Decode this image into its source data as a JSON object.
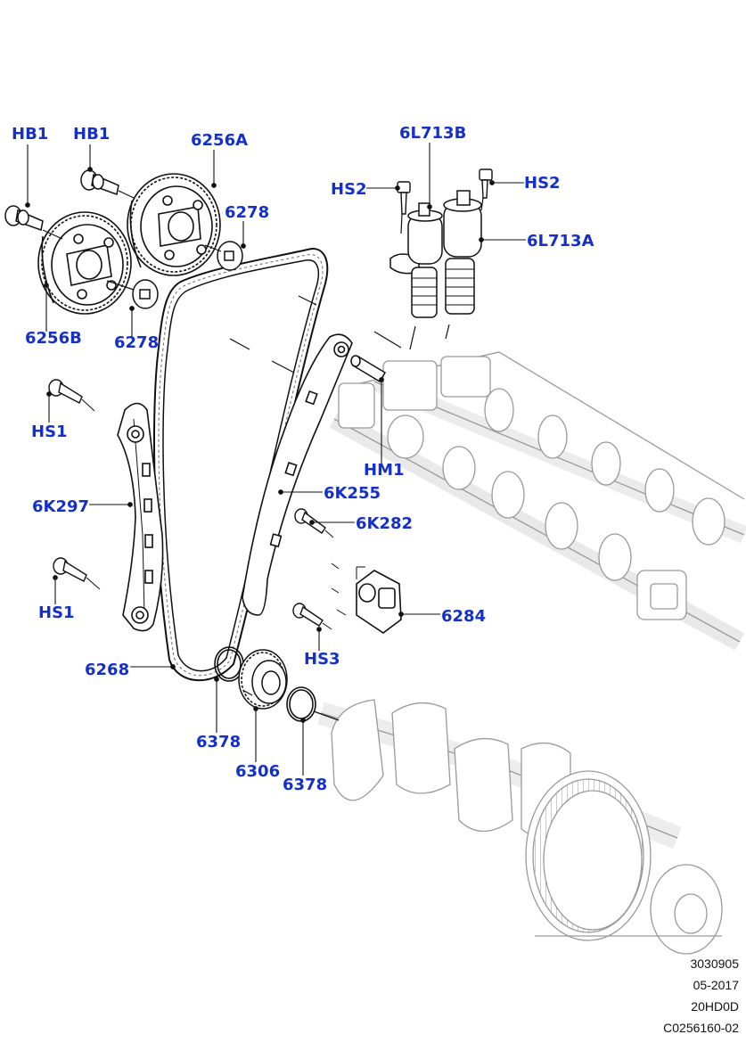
{
  "theme": {
    "label_color": "#1530c8",
    "line_color": "#111111",
    "ghost_color": "#9a9a9a"
  },
  "callouts": {
    "hb1_left": "HB1",
    "hb1_right": "HB1",
    "p6256A": "6256A",
    "p6278_top": "6278",
    "p6256B": "6256B",
    "p6278_bottom": "6278",
    "p6L713B": "6L713B",
    "hs2_left": "HS2",
    "hs2_right": "HS2",
    "p6L713A": "6L713A",
    "hs1_top": "HS1",
    "hm1": "HM1",
    "p6K297": "6K297",
    "p6K255": "6K255",
    "p6K282": "6K282",
    "hs1_bottom": "HS1",
    "p6284": "6284",
    "hs3": "HS3",
    "p6268": "6268",
    "p6378_left": "6378",
    "p6306": "6306",
    "p6378_right": "6378"
  },
  "footer": {
    "line1": "3030905",
    "line2": "05-2017",
    "line3": "20HD0D",
    "line4": "C0256160-02"
  }
}
